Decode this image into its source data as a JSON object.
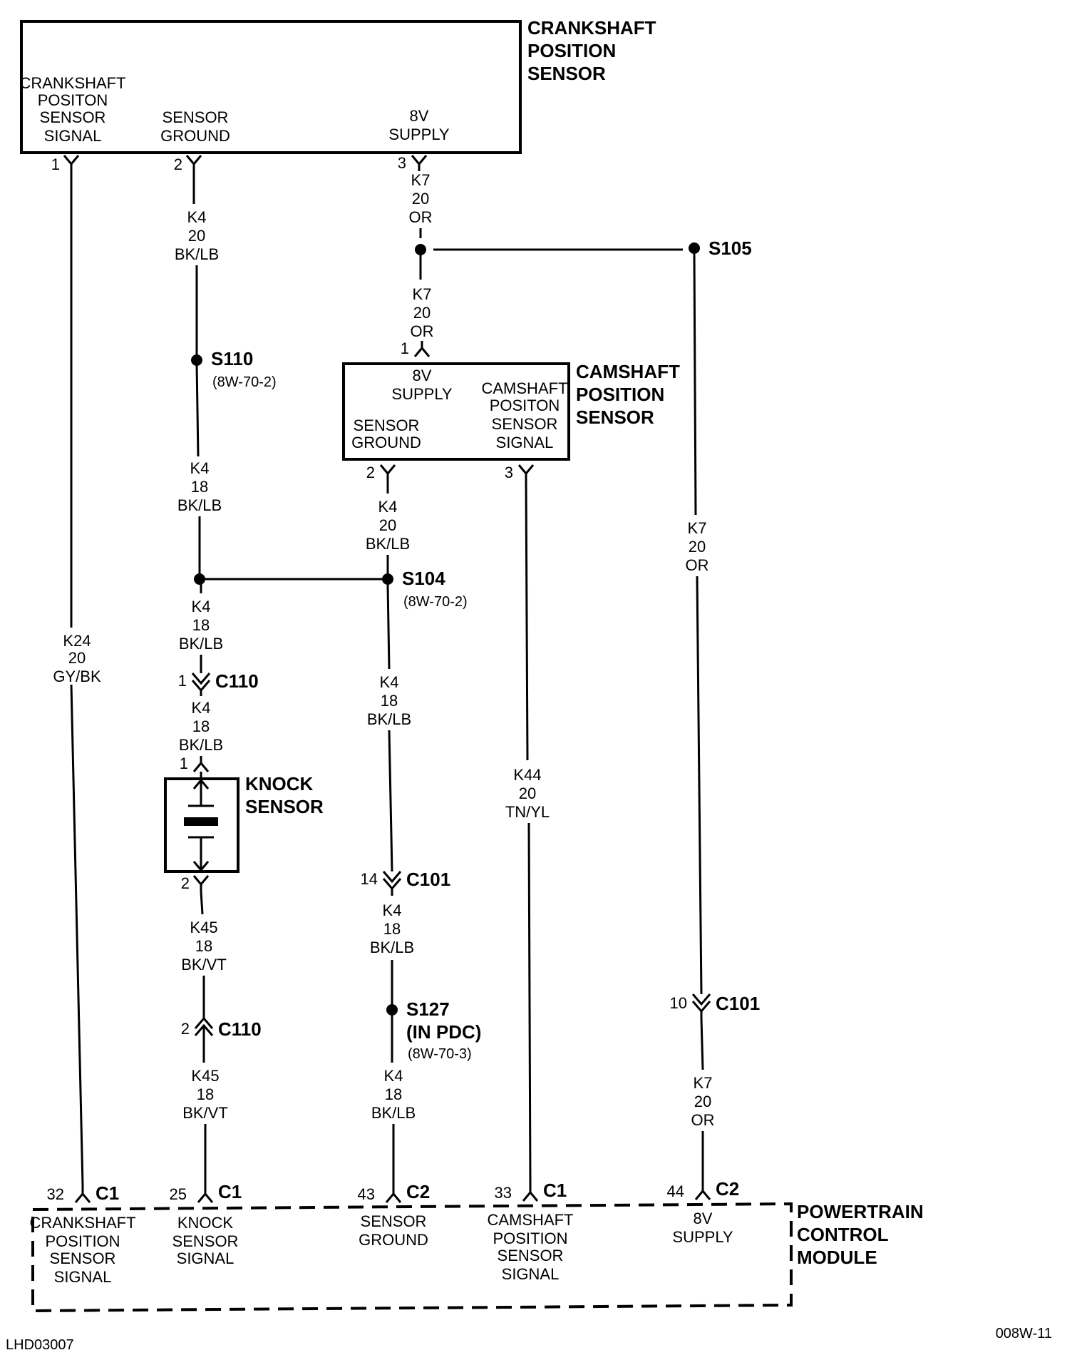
{
  "components": {
    "crankshaft_sensor": {
      "title": [
        "CRANKSHAFT",
        "POSITION",
        "SENSOR"
      ],
      "pins": [
        {
          "pin": "1",
          "label": [
            "CRANKSHAFT",
            "POSITON",
            "SENSOR",
            "SIGNAL"
          ]
        },
        {
          "pin": "2",
          "label": [
            "SENSOR",
            "GROUND"
          ]
        },
        {
          "pin": "3",
          "label": [
            "8V",
            "SUPPLY"
          ]
        }
      ]
    },
    "camshaft_sensor": {
      "title": [
        "CAMSHAFT",
        "POSITION",
        "SENSOR"
      ],
      "pins": [
        {
          "pin": "1",
          "label": [
            "8V",
            "SUPPLY"
          ]
        },
        {
          "pin": "2",
          "label": [
            "SENSOR",
            "GROUND"
          ]
        },
        {
          "pin": "3",
          "label": [
            "CAMSHAFT",
            "POSITON",
            "SENSOR",
            "SIGNAL"
          ]
        }
      ]
    },
    "knock_sensor": {
      "title": [
        "KNOCK",
        "SENSOR"
      ],
      "pins": [
        "1",
        "2"
      ]
    },
    "pcm": {
      "title": [
        "POWERTRAIN",
        "CONTROL",
        "MODULE"
      ],
      "pins": [
        {
          "pin": "32",
          "connector": "C1",
          "label": [
            "CRANKSHAFT",
            "POSITION",
            "SENSOR",
            "SIGNAL"
          ]
        },
        {
          "pin": "25",
          "connector": "C1",
          "label": [
            "KNOCK",
            "SENSOR",
            "SIGNAL"
          ]
        },
        {
          "pin": "43",
          "connector": "C2",
          "label": [
            "SENSOR",
            "GROUND"
          ]
        },
        {
          "pin": "33",
          "connector": "C1",
          "label": [
            "CAMSHAFT",
            "POSITION",
            "SENSOR",
            "SIGNAL"
          ]
        },
        {
          "pin": "44",
          "connector": "C2",
          "label": [
            "8V",
            "SUPPLY"
          ]
        }
      ]
    }
  },
  "wires": {
    "k24": [
      "K24",
      "20",
      "GY/BK"
    ],
    "k4_crank": [
      "K4",
      "20",
      "BK/LB"
    ],
    "k7_crank": [
      "K7",
      "20",
      "OR"
    ],
    "k7_cam": [
      "K7",
      "20",
      "OR"
    ],
    "k4_s110_below": [
      "K4",
      "18",
      "BK/LB"
    ],
    "k4_cam": [
      "K4",
      "20",
      "BK/LB"
    ],
    "k7_right": [
      "K7",
      "20",
      "OR"
    ],
    "k4_to_c110": [
      "K4",
      "18",
      "BK/LB"
    ],
    "k4_c110_knock": [
      "K4",
      "18",
      "BK/LB"
    ],
    "k4_s104_c101": [
      "K4",
      "18",
      "BK/LB"
    ],
    "k44": [
      "K44",
      "20",
      "TN/YL"
    ],
    "k45_upper": [
      "K45",
      "18",
      "BK/VT"
    ],
    "k4_c101_s127": [
      "K4",
      "18",
      "BK/LB"
    ],
    "k45_lower": [
      "K45",
      "18",
      "BK/VT"
    ],
    "k4_s127_pcm": [
      "K4",
      "18",
      "BK/LB"
    ],
    "k7_c101_pcm": [
      "K7",
      "20",
      "OR"
    ]
  },
  "splices": {
    "s105": {
      "name": "S105"
    },
    "s110": {
      "name": "S110",
      "ref": "(8W-70-2)"
    },
    "s104": {
      "name": "S104",
      "ref": "(8W-70-2)"
    },
    "s127": {
      "name": [
        "S127",
        "(IN PDC)"
      ],
      "ref": "(8W-70-3)"
    }
  },
  "connectors": {
    "c110_top": {
      "pin": "1",
      "name": "C110"
    },
    "c110_bottom": {
      "pin": "2",
      "name": "C110"
    },
    "c101_ground": {
      "pin": "14",
      "name": "C101"
    },
    "c101_supply": {
      "pin": "10",
      "name": "C101"
    }
  },
  "footer": {
    "left_code": "LHD03007",
    "right_code": "008W-11"
  }
}
